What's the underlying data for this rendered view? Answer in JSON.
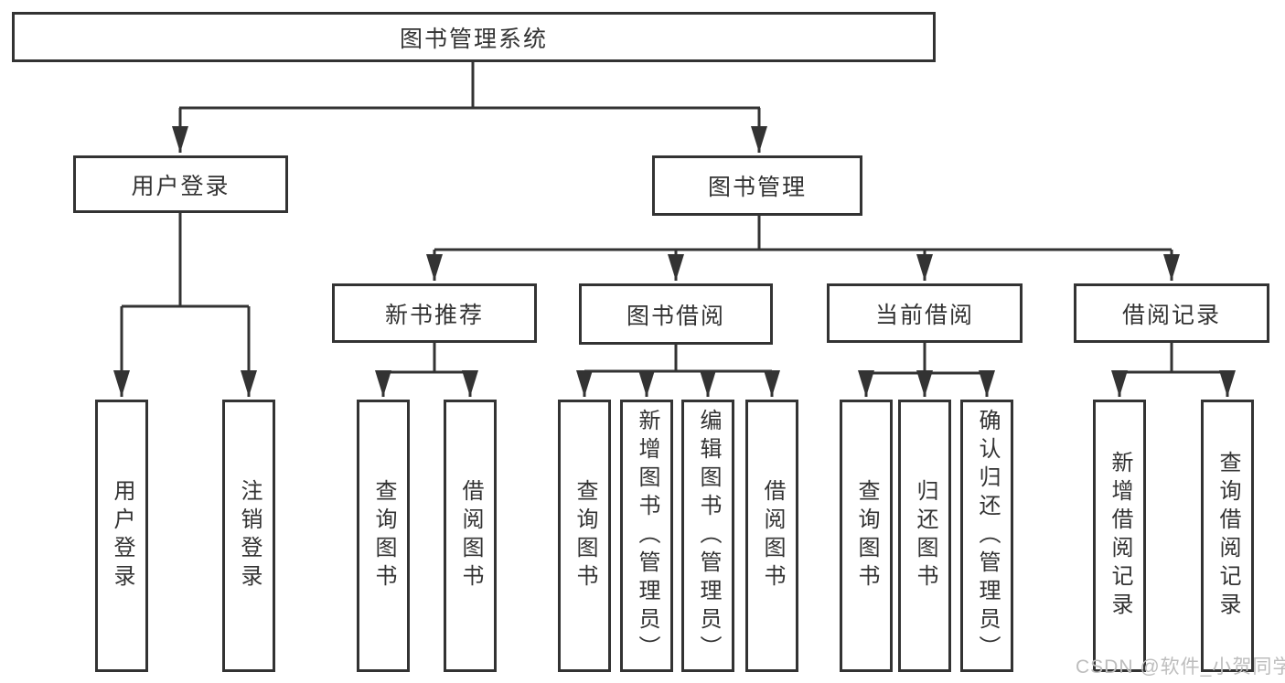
{
  "tree": {
    "root": "图书管理系统",
    "branches": [
      {
        "label": "用户登录",
        "leaves": [
          "用户登录",
          "注销登录"
        ]
      },
      {
        "label": "图书管理",
        "groups": [
          {
            "label": "新书推荐",
            "leaves": [
              "查询图书",
              "借阅图书"
            ]
          },
          {
            "label": "图书借阅",
            "leaves": [
              "查询图书",
              "新增图书（管理员）",
              "编辑图书（管理员）",
              "借阅图书"
            ]
          },
          {
            "label": "当前借阅",
            "leaves": [
              "查询图书",
              "归还图书",
              "确认归还（管理员）"
            ]
          },
          {
            "label": "借阅记录",
            "leaves": [
              "新增借阅记录",
              "查询借阅记录"
            ]
          }
        ]
      }
    ]
  },
  "watermark": {
    "text": "CSDN @软件_小贺同学"
  },
  "colors": {
    "line": "#333333",
    "box_border": "#333333",
    "box_background": "#ffffff",
    "text": "#333333",
    "watermark": "#bdbdbd",
    "background": "#ffffff"
  }
}
